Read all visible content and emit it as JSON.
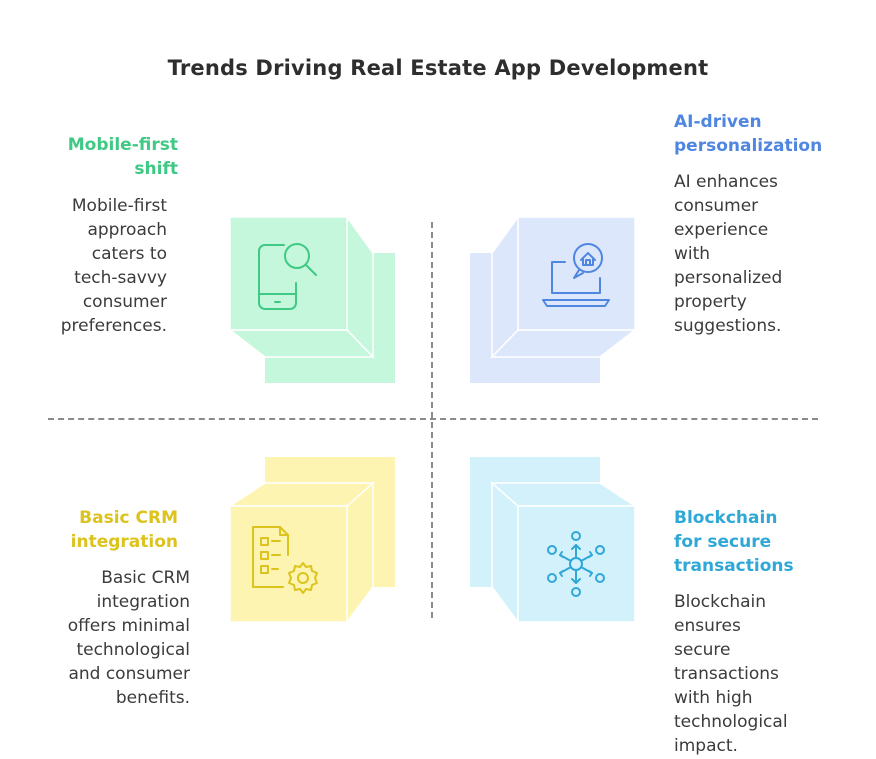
{
  "title": "Trends Driving Real Estate App Development",
  "colors": {
    "green": "#3fc984",
    "green_fill": "#c5f7dc",
    "blue": "#4f86e0",
    "blue_fill": "#dde7fc",
    "yellow": "#dcc31e",
    "yellow_fill": "#fcf4b0",
    "cyan": "#2fa8d8",
    "cyan_fill": "#d2f1fb"
  },
  "quadrants": {
    "top_left": {
      "heading": "Mobile-first\nshift",
      "description": "Mobile-first\napproach\ncaters to\ntech-savvy\nconsumer\npreferences.",
      "icon": "mobile-search-icon"
    },
    "top_right": {
      "heading": "AI-driven\npersonalization",
      "description": "AI enhances\nconsumer\nexperience\nwith\npersonalized\nproperty\nsuggestions.",
      "icon": "laptop-home-chat-icon"
    },
    "bottom_left": {
      "heading": "Basic CRM\nintegration",
      "description": "Basic CRM\nintegration\noffers minimal\ntechnological\nand consumer\nbenefits.",
      "icon": "document-gear-icon"
    },
    "bottom_right": {
      "heading": "Blockchain\nfor secure\ntransactions",
      "description": "Blockchain\nensures\nsecure\ntransactions\nwith high\ntechnological\nimpact.",
      "icon": "network-hub-icon"
    }
  }
}
